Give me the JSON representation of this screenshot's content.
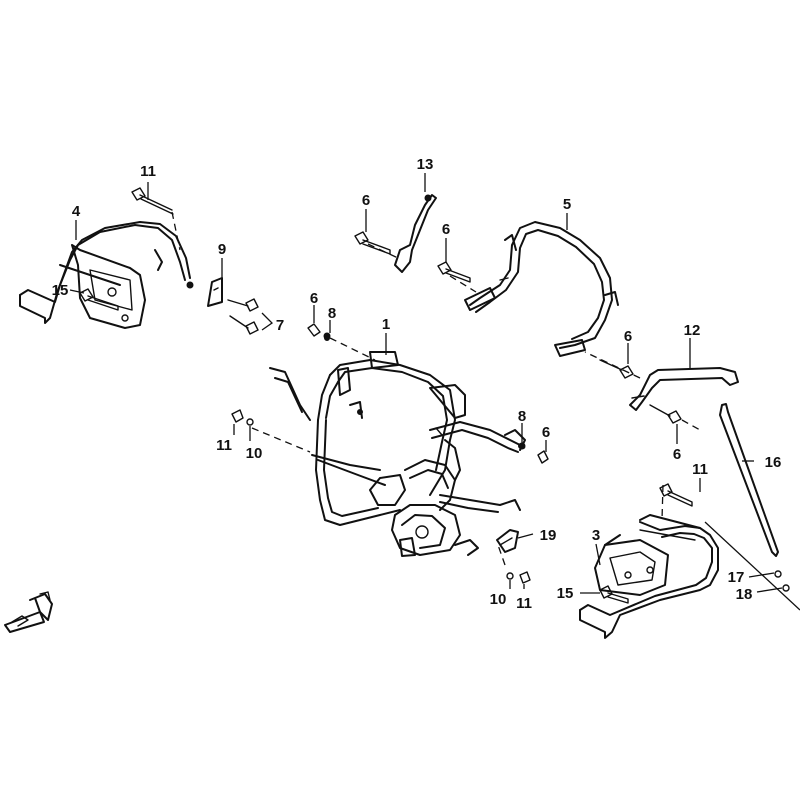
{
  "callouts": {
    "c1": "1",
    "c3": "3",
    "c4": "4",
    "c5": "5",
    "c6a": "6",
    "c6b": "6",
    "c6c": "6",
    "c6d": "6",
    "c6e": "6",
    "c6f": "6",
    "c7": "7",
    "c8a": "8",
    "c8b": "8",
    "c9": "9",
    "c10a": "10",
    "c10b": "10",
    "c11a": "11",
    "c11b": "11",
    "c11c": "11",
    "c11d": "11",
    "c12": "12",
    "c13": "13",
    "c15a": "15",
    "c15b": "15",
    "c16": "16",
    "c17": "17",
    "c18": "18",
    "c19": "19"
  },
  "colors": {
    "line": "#111111",
    "background": "#ffffff"
  }
}
